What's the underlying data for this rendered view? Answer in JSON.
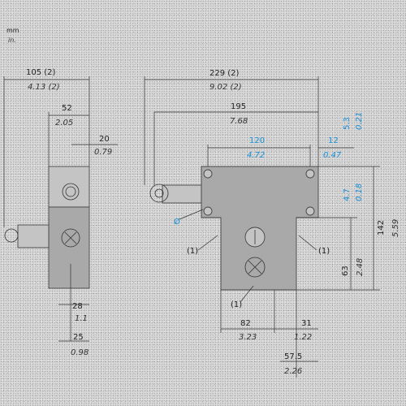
{
  "units": {
    "primary": "mm",
    "secondary": "in."
  },
  "side_view": {
    "width_total": {
      "mm": "105 (2)",
      "in": "4.13 (2)"
    },
    "width_cover": {
      "mm": "52",
      "in": "2.05"
    },
    "depth": {
      "mm": "20",
      "in": "0.79"
    },
    "lower_offset": {
      "mm": "28",
      "in": "1.1"
    },
    "lower_width": {
      "mm": "25",
      "in": "0.98"
    }
  },
  "front_view": {
    "length_total": {
      "mm": "229 (2)",
      "in": "9.02 (2)"
    },
    "length_body": {
      "mm": "195",
      "in": "7.68"
    },
    "hole_spacing": {
      "mm": "120",
      "in": "4.72"
    },
    "right_offset": {
      "mm": "12",
      "in": "0.47"
    },
    "hole_diam_label": "Ø",
    "hole_diam_top": "5.3",
    "hole_diam_top_in": "0.21",
    "slot_height": "4.7",
    "slot_height_in": "0.18",
    "height_total": {
      "mm": "142",
      "in": "5.59"
    },
    "height_lower": {
      "mm": "63",
      "in": "2.48"
    },
    "callout_1": "(1)",
    "bottom_width": {
      "mm": "82",
      "in": "3.23"
    },
    "bottom_right": {
      "mm": "31",
      "in": "1.22"
    },
    "bottom_full": {
      "mm": "57.5",
      "in": "2.26"
    }
  }
}
